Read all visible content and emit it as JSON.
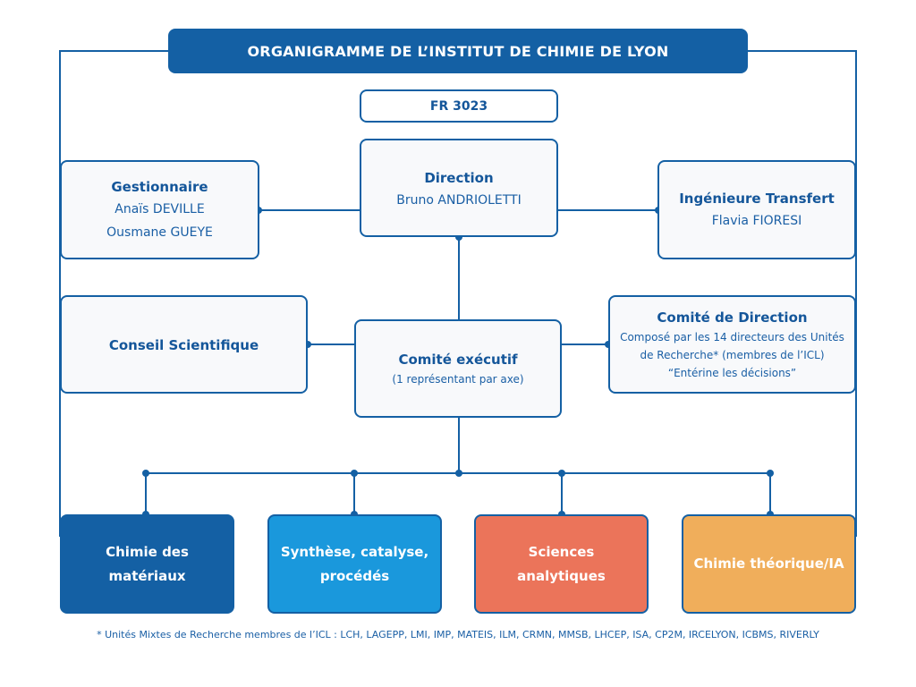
{
  "title": "ORGANIGRAMME DE L’INSTITUT DE CHIMIE DE LYON",
  "fr_code": "FR 3023",
  "direction": {
    "title": "Direction",
    "name": "Bruno ANDRIOLETTI"
  },
  "gestionnaire": {
    "title": "Gestionnaire",
    "names": [
      "Anaïs DEVILLE",
      "Ousmane GUEYE"
    ]
  },
  "ingenieure_transfert": {
    "title": "Ingénieure Transfert",
    "name": "Flavia FIORESI"
  },
  "conseil_scientifique": {
    "title": "Conseil Scientifique"
  },
  "comite_executif": {
    "title": "Comité exécutif",
    "subtitle": "(1 représentant par axe)"
  },
  "comite_direction": {
    "title": "Comité de Direction",
    "lines": [
      "Composé par les 14 directeurs des Unités",
      "de Recherche* (membres de l’ICL)",
      "“Entérine les décisions”"
    ]
  },
  "axes": [
    {
      "label": "Chimie des matériaux",
      "color": "#1460a4"
    },
    {
      "label": "Synthèse, catalyse, procédés",
      "color": "#1a98dc"
    },
    {
      "label": "Sciences analytiques",
      "color": "#eb745a"
    },
    {
      "label": "Chimie théorique/IA",
      "color": "#f0ae5b"
    }
  ],
  "footnote": "* Unités Mixtes de Recherche membres de l’ICL : LCH, LAGEPP, LMI, IMP, MATEIS, ILM, CRMN, MMSB, LHCEP, ISA, CP2M, IRCELYON, ICBMS, RIVERLY",
  "colors": {
    "primary": "#1460a4",
    "box_bg": "#f8f9fb"
  }
}
